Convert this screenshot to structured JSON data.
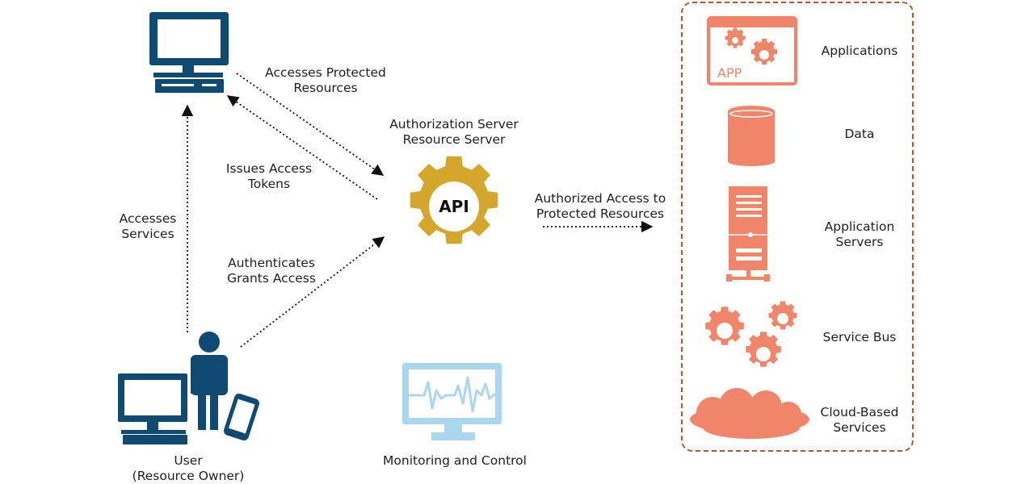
{
  "colors": {
    "navy": "#0e4a72",
    "gold": "#d4a72c",
    "coral": "#f0856a",
    "light_blue": "#a9d8ee",
    "panel_border": "#b9542c"
  },
  "nodes": {
    "top_computer": {
      "icon": "desktop-computer-icon"
    },
    "user": {
      "icon": "user-with-computer-and-phone-icon",
      "label_line1": "User",
      "label_line2": "(Resource Owner)"
    },
    "api_server": {
      "icon": "gear-icon",
      "gear_text": "API",
      "label_line1": "Authorization Server",
      "label_line2": "Resource Server"
    },
    "monitoring": {
      "icon": "monitor-heartbeat-icon",
      "label": "Monitoring and Control"
    }
  },
  "edges": {
    "accesses_protected": {
      "line1": "Accesses Protected",
      "line2": "Resources"
    },
    "issues_tokens": {
      "line1": "Issues Access",
      "line2": "Tokens"
    },
    "accesses_services": {
      "line1": "Accesses",
      "line2": "Services"
    },
    "authenticates": {
      "line1": "Authenticates",
      "line2": "Grants Access"
    },
    "authorized_access": {
      "line1": "Authorized Access to",
      "line2": "Protected Resources"
    }
  },
  "resources": [
    {
      "icon": "app-window-gears-icon",
      "icon_text": "APP",
      "line1": "Applications",
      "line2": ""
    },
    {
      "icon": "database-icon",
      "line1": "Data",
      "line2": ""
    },
    {
      "icon": "server-tower-icon",
      "line1": "Application",
      "line2": "Servers"
    },
    {
      "icon": "gears-cluster-icon",
      "line1": "Service Bus",
      "line2": ""
    },
    {
      "icon": "cloud-icon",
      "line1": "Cloud-Based",
      "line2": "Services"
    }
  ]
}
